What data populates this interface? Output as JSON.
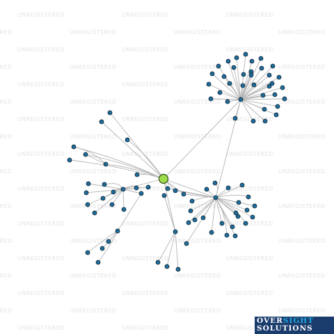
{
  "watermark": {
    "text": "UNREGISTERED"
  },
  "logo": {
    "line1_part1": "OVER",
    "line1_part2": "SIGHT",
    "line2": "SOLUTIONS",
    "colors": {
      "background": "#1b3d6e",
      "text": "#ffffff",
      "accent": "#1fa8e0"
    }
  },
  "graph": {
    "colors": {
      "edge": "#b3b3b3",
      "node": "#1f6c99",
      "center": "#9fdd4b"
    },
    "node_count": 97
  }
}
